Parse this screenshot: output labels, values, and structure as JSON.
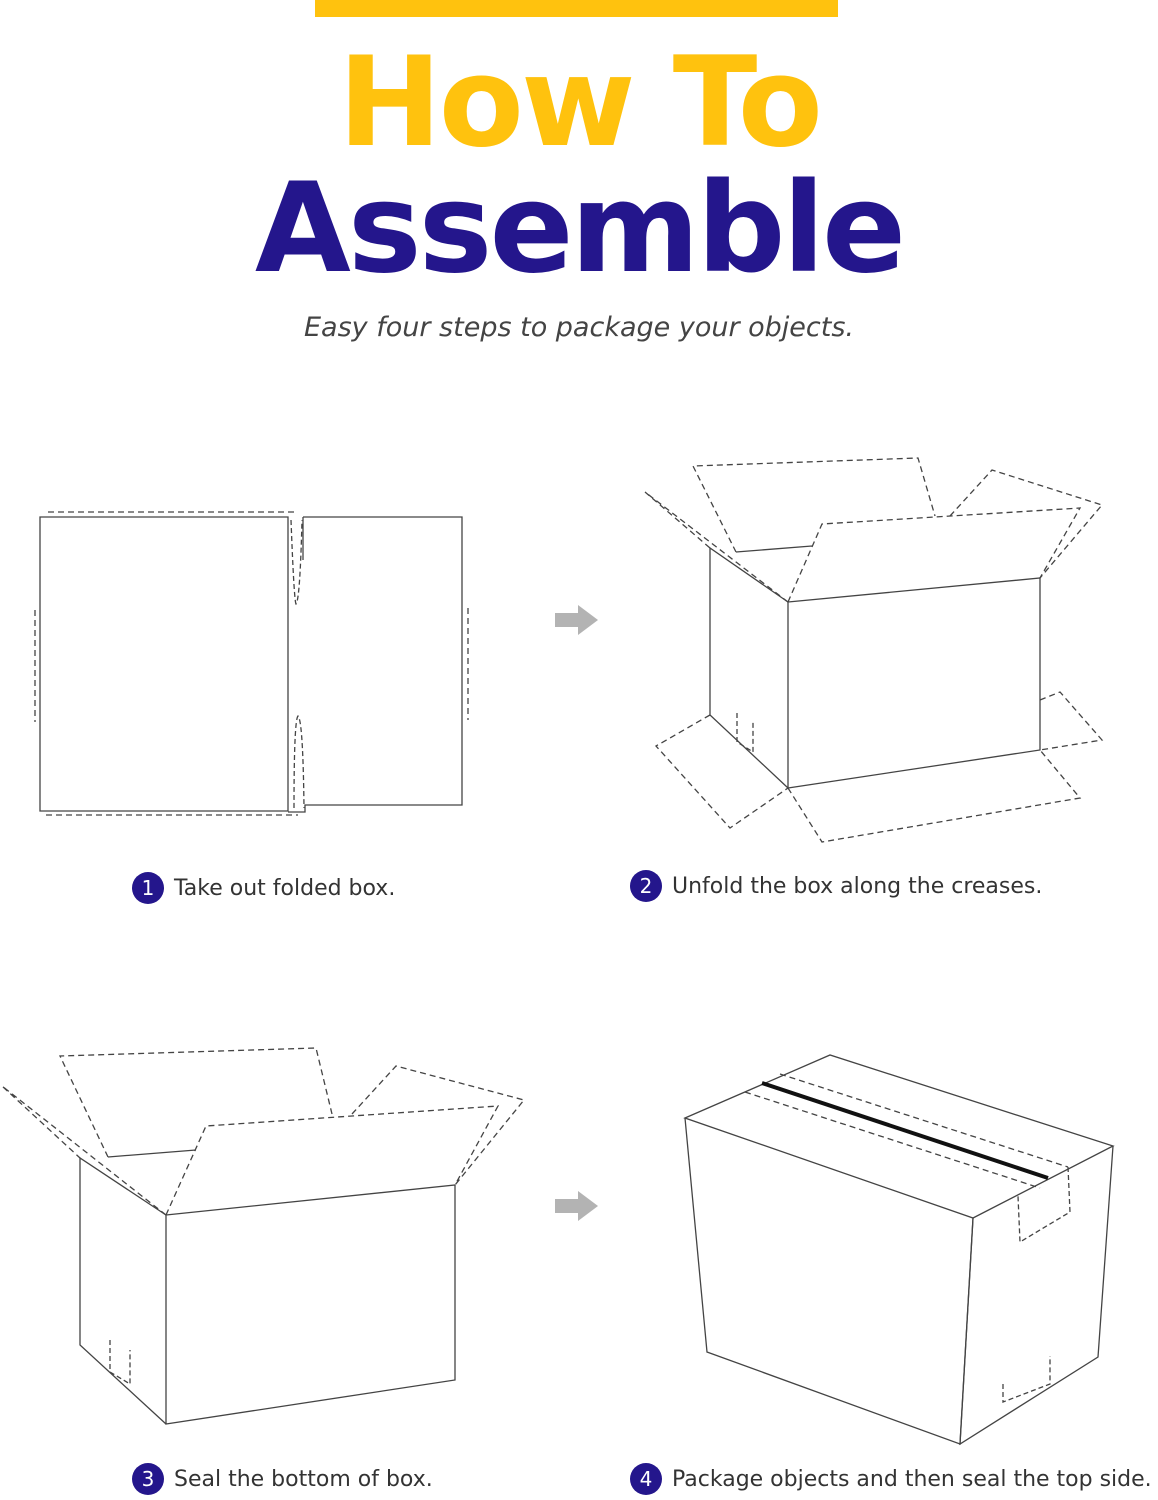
{
  "header": {
    "title_line1": "How To",
    "title_line2": "Assemble",
    "subtitle": "Easy four steps to package your objects."
  },
  "steps": [
    {
      "number": "1",
      "text": "Take out folded box."
    },
    {
      "number": "2",
      "text": "Unfold the box along the creases."
    },
    {
      "number": "3",
      "text": "Seal the bottom of box."
    },
    {
      "number": "4",
      "text": "Package objects and then seal the top side."
    }
  ],
  "colors": {
    "accent_yellow": "#ffc20e",
    "brand_navy": "#24168c",
    "arrow_gray": "#b3b3b3"
  },
  "icons": [
    "right-arrow-icon",
    "flat-box-icon",
    "open-box-icon",
    "sealed-box-icon"
  ]
}
